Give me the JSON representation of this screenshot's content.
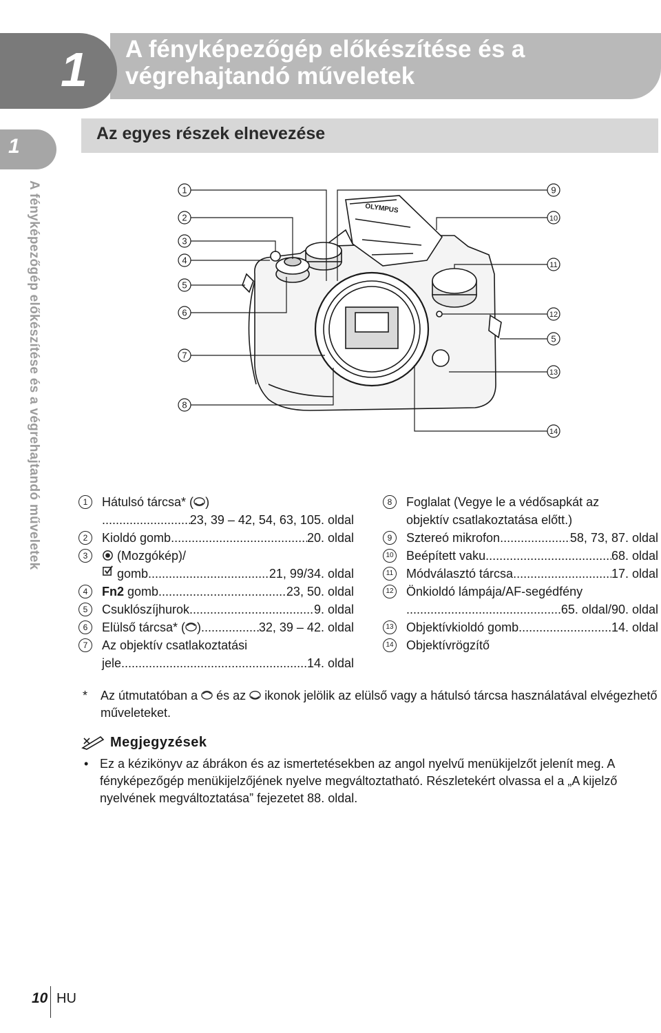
{
  "header": {
    "chapter_number": "1",
    "title": "A fényképezőgép előkészítése és a végrehajtandó műveletek"
  },
  "sidebar": {
    "tab_number": "1",
    "text": "A fényképezőgép előkészítése és a végrehajtandó műveletek"
  },
  "section": {
    "title": "Az egyes részek elnevezése"
  },
  "diagram": {
    "brand": "OLYMPUS",
    "left_callouts": [
      "1",
      "2",
      "3",
      "4",
      "5",
      "6",
      "7",
      "8"
    ],
    "right_callouts": [
      "9",
      "10",
      "11",
      "12",
      "5",
      "13",
      "14"
    ]
  },
  "parts_left": [
    {
      "num": "1",
      "line1": "Hátulsó tárcsa* (",
      "line1_end": ")",
      "dots": "",
      "page": "23, 39 – 42, 54, 63, 105. oldal"
    },
    {
      "num": "2",
      "label": "Kioldó gomb",
      "page": "20. oldal"
    },
    {
      "num": "3",
      "line1": "(Mozgókép)/",
      "label": "gomb",
      "page": "21, 99/34. oldal"
    },
    {
      "num": "4",
      "label_bold": "Fn2",
      "label": " gomb",
      "page": "23, 50. oldal"
    },
    {
      "num": "5",
      "label": "Csuklószíjhurok",
      "page": "9. oldal"
    },
    {
      "num": "6",
      "label": "Elülső tárcsa* (",
      "label_end": ")",
      "page": "32, 39 – 42. oldal"
    },
    {
      "num": "7",
      "line1": "Az objektív csatlakoztatási",
      "label": "jele",
      "page": "14. oldal"
    }
  ],
  "parts_right": [
    {
      "num": "8",
      "line1": "Foglalat (Vegye le a védősapkát az",
      "line2": "objektív csatlakoztatása előtt.)"
    },
    {
      "num": "9",
      "label": "Sztereó mikrofon",
      "page": "58, 73, 87. oldal"
    },
    {
      "num": "10",
      "label": "Beépített vaku",
      "page": "68. oldal"
    },
    {
      "num": "11",
      "label": "Módválasztó tárcsa",
      "page": "17. oldal"
    },
    {
      "num": "12",
      "line1": "Önkioldó lámpája/AF-segédfény",
      "page": "65. oldal/90. oldal"
    },
    {
      "num": "13",
      "label": "Objektívkioldó gomb",
      "page": "14. oldal"
    },
    {
      "num": "14",
      "line1": "Objektívrögzítő"
    }
  ],
  "footnote": {
    "star": "*",
    "part1": "Az útmutatóban a",
    "part2": "és az",
    "part3": "ikonok jelölik az elülső vagy a hátulsó tárcsa használatával elvégezhető műveleteket."
  },
  "notes": {
    "title": "Megjegyzések",
    "items": [
      "Ez a kézikönyv az ábrákon és az ismertetésekben az angol nyelvű menükijelzőt jelenít meg. A fényképezőgép menükijelzőjének nyelve megváltoztatható. Részletekért olvassa el a „A kijelző nyelvének megváltoztatása” fejezetet 88. oldal."
    ]
  },
  "footer": {
    "page_number": "10",
    "language": "HU"
  }
}
